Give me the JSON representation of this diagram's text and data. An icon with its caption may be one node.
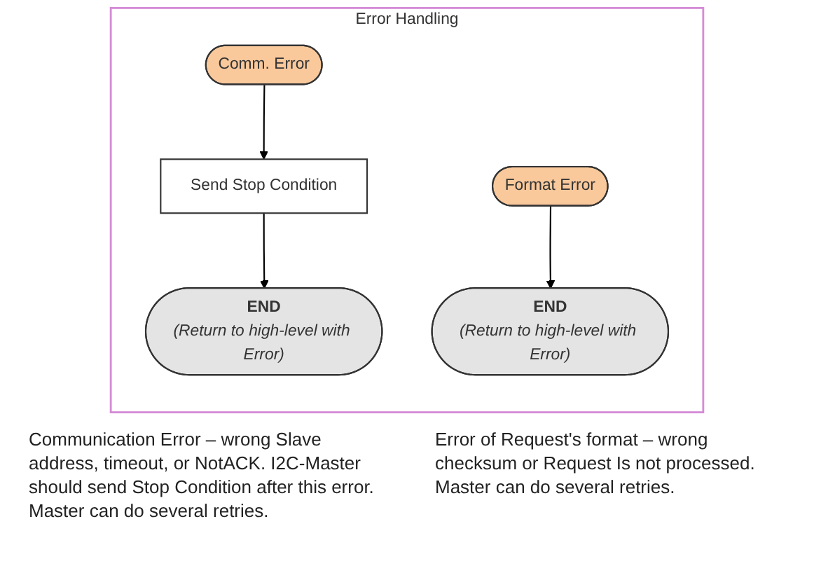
{
  "diagram": {
    "nodes": [
      {
        "text": [
          "Error Handling"
        ]
      },
      {
        "text": [
          "Comm. Error"
        ],
        "in": 0
      },
      {
        "text": [
          "Send Stop Condition"
        ],
        "in": 0
      },
      {
        "text": [
          "END",
          "(Return to high-level with Error)"
        ],
        "in": 0
      },
      {
        "text": [
          "Format Error"
        ],
        "in": 0
      },
      {
        "text": [
          "END",
          "(Return to high-level with Error)"
        ],
        "in": 0
      }
    ],
    "edges": [
      {
        "from": 1,
        "to": 2,
        "arrow": "to"
      },
      {
        "from": 2,
        "to": 3,
        "arrow": "to"
      },
      {
        "from": 4,
        "to": 5,
        "arrow": "to"
      }
    ],
    "labels": [
      "Communication Error – wrong Slave address, timeout, or NotACK. I2C-Master should send Stop Condition after this error. Master can do several retries.",
      "Error of Request's format – wrong checksum or Request Is not processed. Master can do several retries."
    ]
  }
}
